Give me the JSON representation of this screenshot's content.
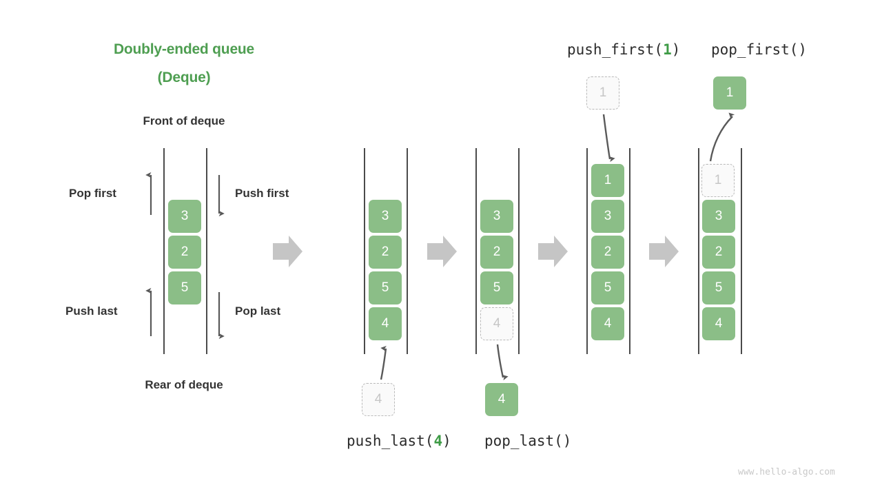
{
  "title": {
    "line1": "Doubly-ended queue",
    "line2": "(Deque)"
  },
  "labels": {
    "front_of_deque": "Front of deque",
    "rear_of_deque": "Rear of deque",
    "pop_first": "Pop first",
    "push_first": "Push first",
    "push_last": "Push last",
    "pop_last": "Pop last"
  },
  "operations": {
    "push_first": {
      "name": "push_first(",
      "arg": "1",
      "close": ")"
    },
    "pop_first": {
      "name": "pop_first()"
    },
    "push_last": {
      "name": "push_last(",
      "arg": "4",
      "close": ")"
    },
    "pop_last": {
      "name": "pop_last()"
    }
  },
  "colors": {
    "accent_green": "#4E9E51",
    "cell_green": "#8BBE87",
    "ghost_border": "#b9b9b9",
    "ghost_fill": "#fafafa",
    "ghost_text": "#c6c6c6",
    "arrow_gray": "#c5c5c5",
    "thin_arrow": "#595959",
    "rail": "#4a4a4a",
    "text_dark": "#333333",
    "watermark": "#c9c9c9"
  },
  "panels": [
    {
      "id": "panel-overview",
      "cells": [
        {
          "value": "3",
          "state": "solid"
        },
        {
          "value": "2",
          "state": "solid"
        },
        {
          "value": "5",
          "state": "solid"
        }
      ]
    },
    {
      "id": "panel-before-push-last",
      "cells": [
        {
          "value": "3",
          "state": "solid"
        },
        {
          "value": "2",
          "state": "solid"
        },
        {
          "value": "5",
          "state": "solid"
        },
        {
          "value": "4",
          "state": "solid"
        }
      ],
      "outside_cell": {
        "value": "4",
        "state": "ghost",
        "position": "below"
      }
    },
    {
      "id": "panel-pop-last",
      "cells": [
        {
          "value": "3",
          "state": "solid"
        },
        {
          "value": "2",
          "state": "solid"
        },
        {
          "value": "5",
          "state": "solid"
        },
        {
          "value": "4",
          "state": "ghost"
        }
      ],
      "outside_cell": {
        "value": "4",
        "state": "solid",
        "position": "below"
      }
    },
    {
      "id": "panel-push-first",
      "cells": [
        {
          "value": "1",
          "state": "solid"
        },
        {
          "value": "3",
          "state": "solid"
        },
        {
          "value": "2",
          "state": "solid"
        },
        {
          "value": "5",
          "state": "solid"
        },
        {
          "value": "4",
          "state": "solid"
        }
      ],
      "outside_cell": {
        "value": "1",
        "state": "ghost",
        "position": "above"
      }
    },
    {
      "id": "panel-pop-first",
      "cells": [
        {
          "value": "1",
          "state": "ghost"
        },
        {
          "value": "3",
          "state": "solid"
        },
        {
          "value": "2",
          "state": "solid"
        },
        {
          "value": "5",
          "state": "solid"
        },
        {
          "value": "4",
          "state": "solid"
        }
      ],
      "outside_cell": {
        "value": "1",
        "state": "solid",
        "position": "above"
      }
    }
  ],
  "watermark": "www.hello-algo.com"
}
